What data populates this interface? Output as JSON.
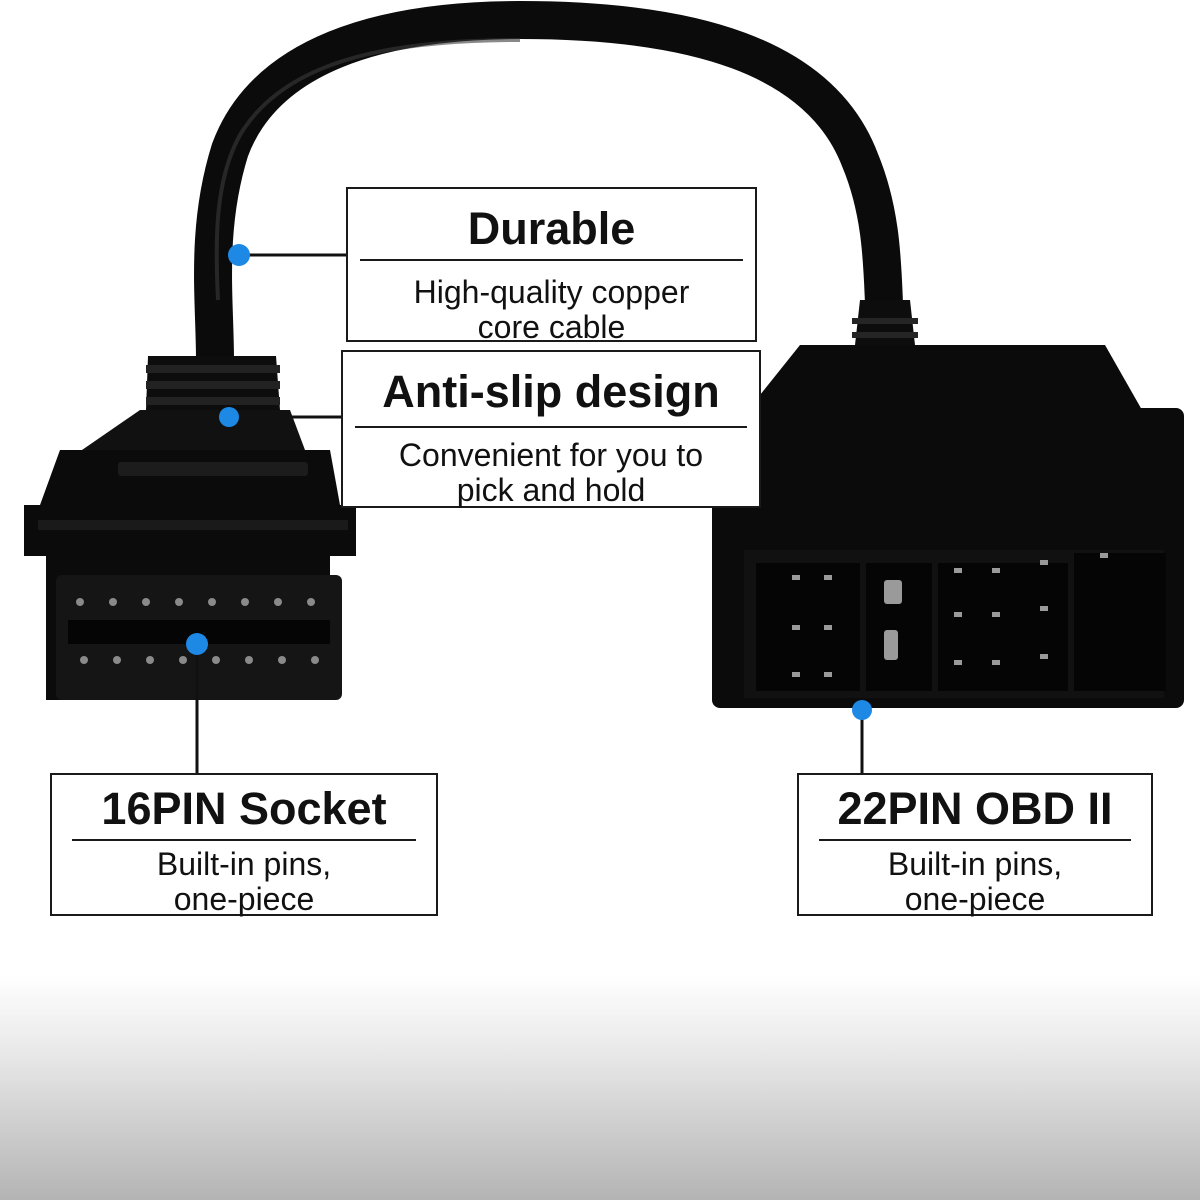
{
  "callouts": {
    "durable": {
      "title": "Durable",
      "description": "High-quality copper\ncore cable"
    },
    "anti_slip": {
      "title": "Anti-slip design",
      "description": "Convenient for you to\npick and hold"
    },
    "socket_16pin": {
      "title": "16PIN Socket",
      "description": "Built-in pins,\none-piece"
    },
    "obd_22pin": {
      "title": "22PIN OBD II",
      "description": "Built-in pins,\none-piece"
    }
  },
  "colors": {
    "marker_dot": "#1e88e5",
    "connector_body": "#0b0b0b",
    "leader_line": "#111111"
  },
  "icons": {
    "marker": "blue-dot-marker"
  }
}
